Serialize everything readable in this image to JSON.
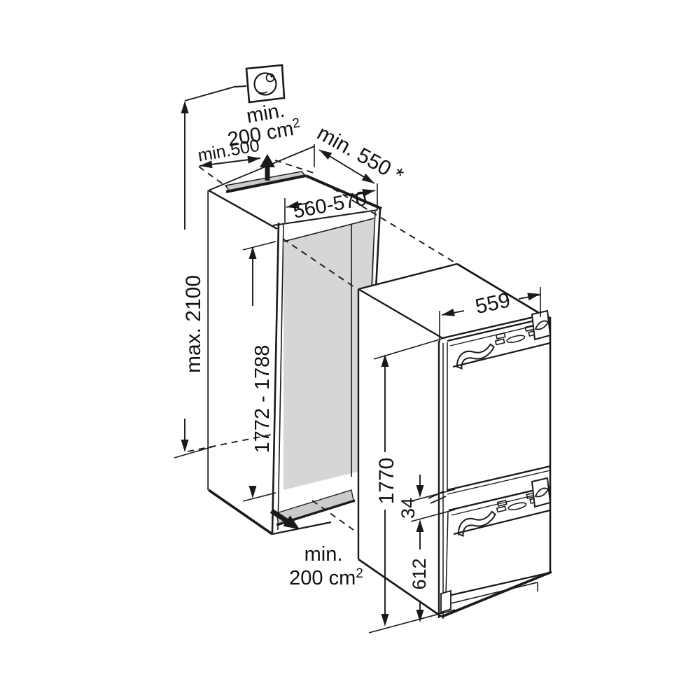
{
  "diagram": {
    "title": "Built-in refrigerator niche installation dimension drawing",
    "labels": {
      "vent_top_line1": "min.",
      "vent_top_value": "200 cm",
      "vent_top_sup": "2",
      "clearance_depth": "min.500",
      "min_depth": "min. 550 *",
      "niche_width": "560-570",
      "max_height": "max. 2100",
      "niche_height": "1772 - 1788",
      "appliance_width": "559",
      "appliance_height": "1770",
      "door_gap": "34",
      "freezer_section_height": "612",
      "vent_bottom_line1": "min.",
      "vent_bottom_value": "200 cm",
      "vent_bottom_sup": "2"
    },
    "colors": {
      "line": "#1a1a1a",
      "interior_gray": "#d6d6d6",
      "vent_gray": "#cbcbcb",
      "background": "#ffffff"
    },
    "icons": [
      "power-socket-icon",
      "airflow-up-arrow-icon",
      "airflow-bottom-arrow-icon"
    ]
  }
}
